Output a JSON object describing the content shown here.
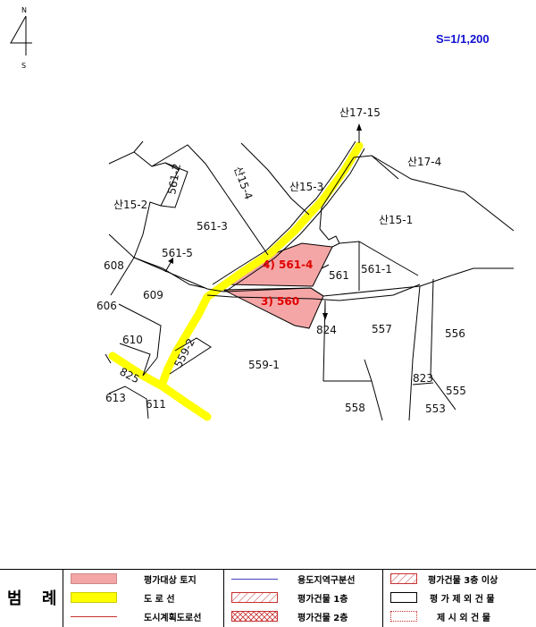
{
  "compass": {
    "north": "N",
    "south": "S"
  },
  "scale": "S=1/1,200",
  "labels": {
    "san17_15": "산17-15",
    "san17_4": "산17-4",
    "p561_2": "561-2",
    "san15_4": "산15-4",
    "san15_3": "산15-3",
    "san15_2": "산15-2",
    "p561_3": "561-3",
    "san15_1": "산15-1",
    "p608": "608",
    "p561_5": "561-5",
    "p561": "561",
    "p561_1": "561-1",
    "p609": "609",
    "p606": "606",
    "p824": "824",
    "p557": "557",
    "p556": "556",
    "p610": "610",
    "p559_2": "559-2",
    "p559_1": "559-1",
    "p825": "825",
    "p823": "823",
    "p555": "555",
    "p613": "613",
    "p611": "611",
    "p558": "558",
    "p553": "553",
    "target_4": "4) 561-4",
    "target_3": "3) 560"
  },
  "colors": {
    "target_fill": "#f4a6a6",
    "target_label": "#e00000",
    "road": "#ffff00",
    "zone_line": "#4040c0",
    "city_road_line": "#c83030",
    "scale_text": "#1010d0"
  },
  "legend": {
    "title": "범 례",
    "items": [
      {
        "label": "평가대상 토지",
        "swatch": "target-fill"
      },
      {
        "label": "도 로 선",
        "swatch": "road-fill"
      },
      {
        "label": "도시계획도로선",
        "swatch": "red-line"
      },
      {
        "label": "용도지역구분선",
        "swatch": "blue-line"
      },
      {
        "label": "평가건물 1층",
        "swatch": "hatch-single"
      },
      {
        "label": "평가건물 2층",
        "swatch": "hatch-cross"
      },
      {
        "label": "평가건물 3층 이상",
        "swatch": "hatch-box"
      },
      {
        "label": "평 가 제 외 건 물",
        "swatch": "empty-box"
      },
      {
        "label": "제 시 외 건 물",
        "swatch": "dotted-box"
      }
    ]
  }
}
